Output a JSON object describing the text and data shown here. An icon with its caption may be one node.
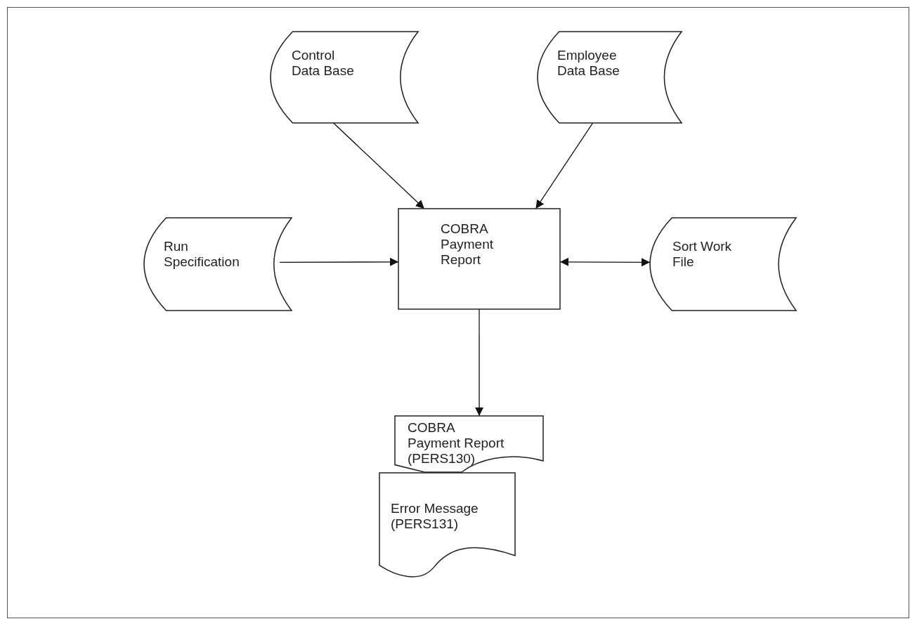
{
  "diagram": {
    "nodes": [
      {
        "text": [
          "Control Data Base"
        ]
      },
      {
        "text": [
          "Employee Data Base"
        ]
      },
      {
        "text": [
          "Run Specification"
        ]
      },
      {
        "text": [
          "COBRA Payment Report"
        ]
      },
      {
        "text": [
          "Sort Work File"
        ]
      },
      {
        "text": [
          "COBRA Payment Report (PERS130)"
        ]
      },
      {
        "text": [
          "Error Message (PERS131)"
        ]
      }
    ],
    "edges": [
      {
        "from": 0,
        "to": 3,
        "arrow": "to"
      },
      {
        "from": 1,
        "to": 3,
        "arrow": "to"
      },
      {
        "from": 2,
        "to": 3,
        "arrow": "to"
      },
      {
        "from": 3,
        "to": 4,
        "arrow": "both"
      },
      {
        "from": 3,
        "to": 5,
        "arrow": "to"
      }
    ]
  }
}
